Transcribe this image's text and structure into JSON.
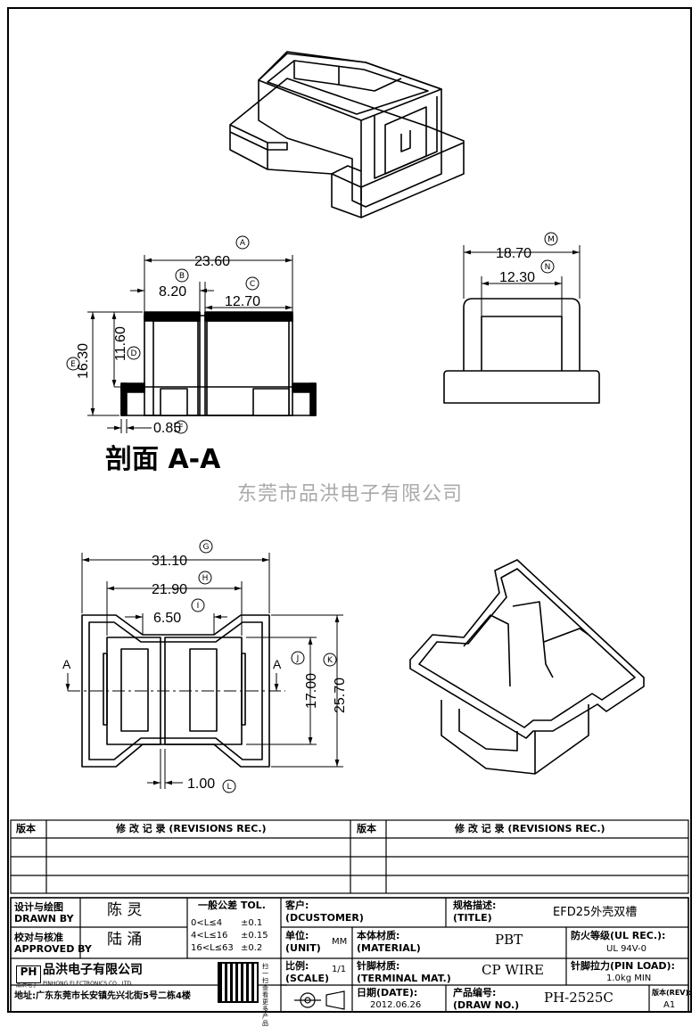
{
  "watermark": "东莞市品洪电子有限公司",
  "section_label": "剖面 A-A",
  "dims": {
    "a": "23.60",
    "b": "8.20",
    "c": "12.70",
    "d": "11.60",
    "e": "16.30",
    "f": "0.85",
    "g": "31.10",
    "h": "21.90",
    "i": "6.50",
    "j": "17.00",
    "k": "25.70",
    "l": "1.00",
    "m": "18.70",
    "n": "12.30"
  },
  "markers": {
    "a": "A",
    "b": "B",
    "c": "C",
    "d": "D",
    "e": "E",
    "f": "F",
    "g": "G",
    "h": "H",
    "i": "I",
    "j": "J",
    "k": "K",
    "l": "L",
    "m": "M",
    "n": "N"
  },
  "section_arrow_label": "A",
  "table": {
    "rev_header": "版本",
    "rev_rec_header": "修 改 记 录 (REVISIONS REC.)",
    "design_label": "设计与绘图",
    "design_label_en": "DRAWN BY",
    "design_name": "陈 灵",
    "check_label": "校对与核准",
    "check_label_en": "APPROVED BY",
    "check_name": "陆 涌",
    "tol_title": "一般公差 TOL.",
    "tol_rows": [
      {
        "range": "0<L≤4",
        "value": "±0.1"
      },
      {
        "range": "4<L≤16",
        "value": "±0.15"
      },
      {
        "range": "16<L≤63",
        "value": "±0.2"
      }
    ],
    "customer_label": "客户:",
    "customer_label_en": "(DCUSTOMER)",
    "title_label": "规格描述:",
    "title_label_en": "(TITLE)",
    "title_value": "EFD25外壳双槽",
    "unit_label": "单位:",
    "unit_label_en": "(UNIT)",
    "unit_value": "MM",
    "material_label": "本体材质:",
    "material_label_en": "(MATERIAL)",
    "material_value": "PBT",
    "fire_label": "防火等级(UL REC.):",
    "fire_value": "UL 94V-0",
    "scale_label": "比例:",
    "scale_label_en": "(SCALE)",
    "scale_value": "1/1",
    "terminal_label": "针脚材质:",
    "terminal_label_en": "(TERMINAL MAT.)",
    "terminal_value": "CP WIRE",
    "pinload_label": "针脚拉力(PIN LOAD):",
    "pinload_value": "1.0kg MIN",
    "date_label": "日期(DATE):",
    "date_value": "2012.06.26",
    "drawno_label": "产品编号:",
    "drawno_label_en": "(DRAW NO.)",
    "drawno_value": "PH-2525C",
    "rev_label": "版本(REV):",
    "rev_value": "A1",
    "company_logo": "PH",
    "company_logo_sub": "品洪电子",
    "company_name": "品洪电子有限公司",
    "company_name_en": "PINHONG ELECTRONICS CO., LTD.",
    "qr_side": "扫一扫查看更多产品",
    "address": "地址:广东东莞市长安镇先兴北街5号二栋4楼"
  }
}
